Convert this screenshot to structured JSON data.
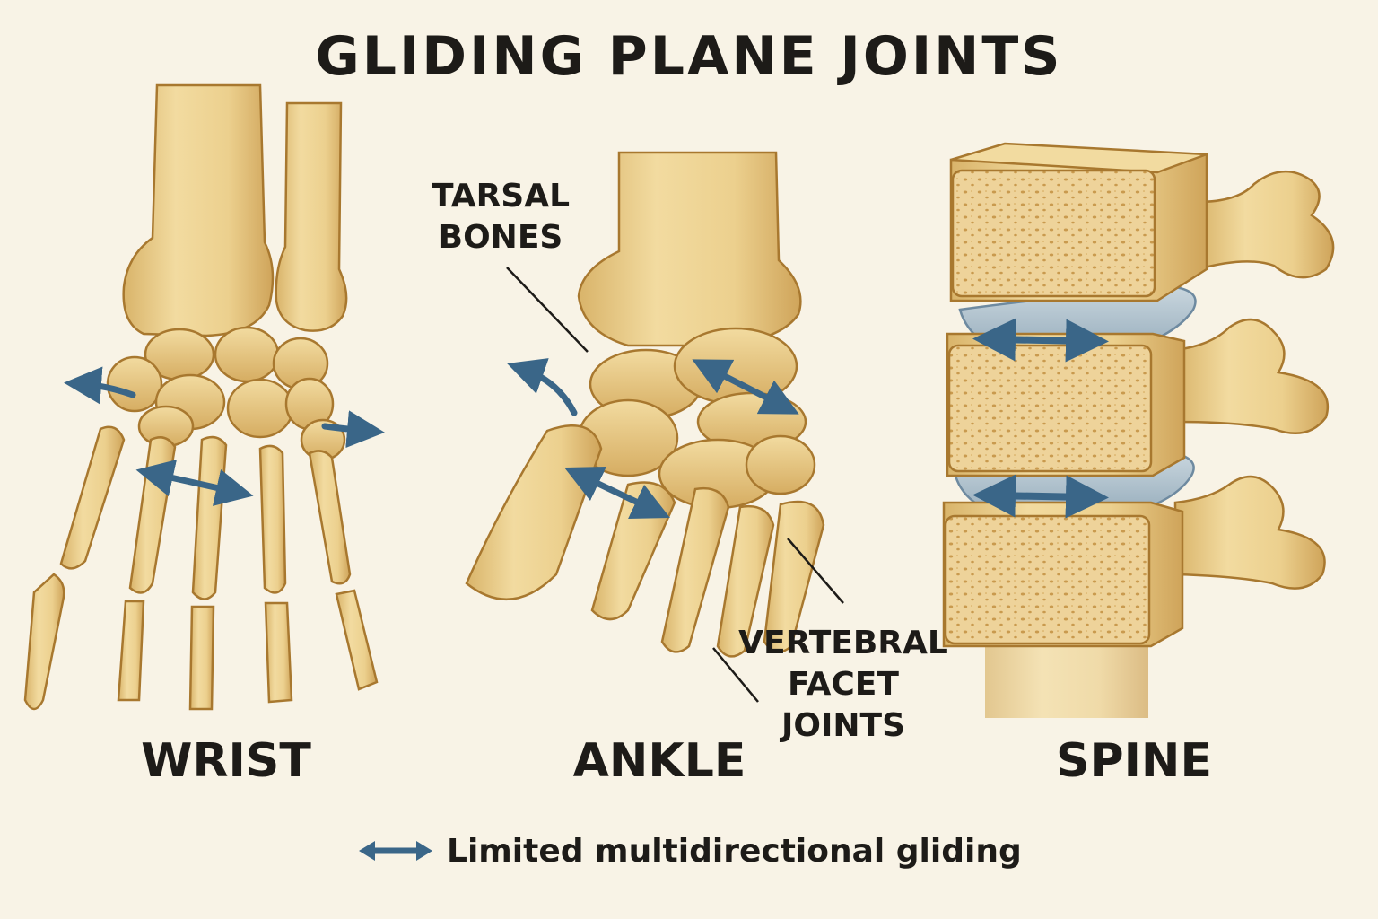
{
  "title": "GLIDING PLANE JOINTS",
  "panels": [
    {
      "label": "WRIST"
    },
    {
      "label": "ANKLE"
    },
    {
      "label": "SPINE"
    }
  ],
  "callouts": {
    "tarsal_line1": "TARSAL",
    "tarsal_line2": "BONES",
    "vertebral_line1": "VERTEBRAL",
    "vertebral_line2": "FACET",
    "vertebral_line3": "JOINTS"
  },
  "legend": {
    "text": "Limited multidirectional gliding",
    "icon": "double-arrow-icon"
  },
  "colors": {
    "background": "#f8f3e6",
    "bone": "#ecd08e",
    "bone_shadow": "#d4a85a",
    "bone_outline": "#a8782f",
    "cartilage": "#9fb4c2",
    "arrow": "#3a6688",
    "text": "#1d1b18"
  }
}
